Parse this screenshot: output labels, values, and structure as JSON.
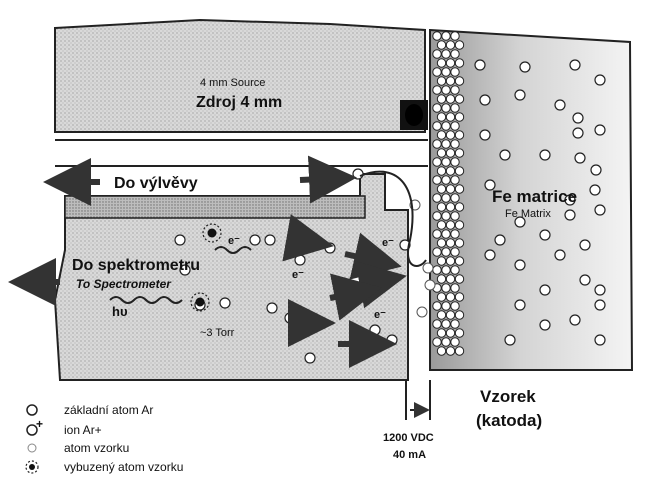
{
  "labels": {
    "source_en": "4 mm Source",
    "source_cz": "Zdroj 4 mm",
    "pump": "Do výlvěvy",
    "matrix_cz": "Fe matrice",
    "matrix_en": "Fe Matrix",
    "spectrometer_cz": "Do spektrometru",
    "spectrometer_en": "To Spectrometer",
    "photon": "hυ",
    "pressure": "~3 Torr",
    "electron": "e⁻",
    "sample_cz": "Vzorek",
    "sample_sub": "(katoda)",
    "voltage": "1200 VDC",
    "current": "40 mA"
  },
  "legend": [
    {
      "symbol": "ground-atom",
      "text": "základní atom Ar"
    },
    {
      "symbol": "ar-ion",
      "text": "ion Ar+"
    },
    {
      "symbol": "sample-atom",
      "text": "atom vzorku"
    },
    {
      "symbol": "excited-atom",
      "text": "vybuzený atom vzorku"
    }
  ]
}
